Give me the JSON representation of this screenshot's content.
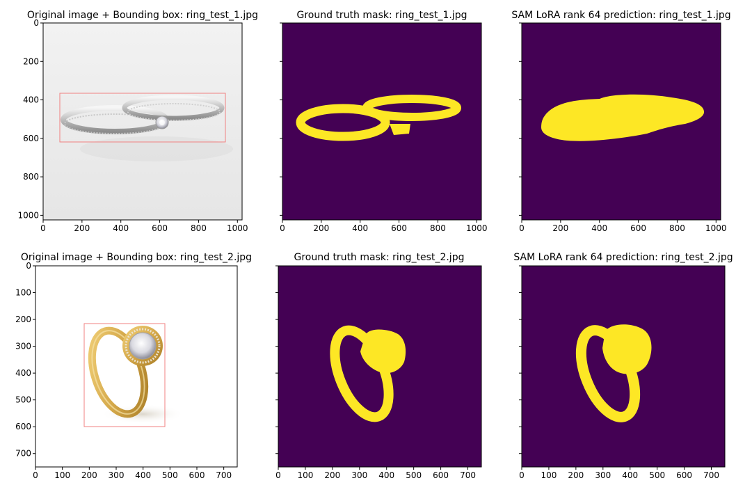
{
  "figure": {
    "panels": [
      {
        "title": "Original image + Bounding box: ring_test_1.jpg",
        "kind": "photo",
        "photo_subject": "two silver rings (engagement + wedding band)",
        "bbox_color": "#f08080",
        "xticks": [
          "0",
          "200",
          "400",
          "600",
          "800",
          "1000"
        ],
        "yticks": [
          "0",
          "200",
          "400",
          "600",
          "800",
          "1000"
        ]
      },
      {
        "title": "Ground truth mask: ring_test_1.jpg",
        "kind": "mask",
        "xticks": [
          "0",
          "200",
          "400",
          "600",
          "800",
          "1000"
        ]
      },
      {
        "title": "SAM LoRA rank 64 prediction: ring_test_1.jpg",
        "kind": "mask",
        "xticks": [
          "0",
          "200",
          "400",
          "600",
          "800",
          "1000"
        ]
      },
      {
        "title": "Original image + Bounding box: ring_test_2.jpg",
        "kind": "photo",
        "photo_subject": "gold ring with round white stone",
        "bbox_color": "#f08080",
        "xticks": [
          "0",
          "100",
          "200",
          "300",
          "400",
          "500",
          "600",
          "700"
        ],
        "yticks": [
          "0",
          "100",
          "200",
          "300",
          "400",
          "500",
          "600",
          "700"
        ]
      },
      {
        "title": "Ground truth mask: ring_test_2.jpg",
        "kind": "mask",
        "xticks": [
          "0",
          "100",
          "200",
          "300",
          "400",
          "500",
          "600",
          "700"
        ]
      },
      {
        "title": "SAM LoRA rank 64 prediction: ring_test_2.jpg",
        "kind": "mask",
        "xticks": [
          "0",
          "100",
          "200",
          "300",
          "400",
          "500",
          "600",
          "700"
        ]
      }
    ],
    "colors": {
      "mask_background": "#440154",
      "mask_foreground": "#fde725"
    }
  }
}
